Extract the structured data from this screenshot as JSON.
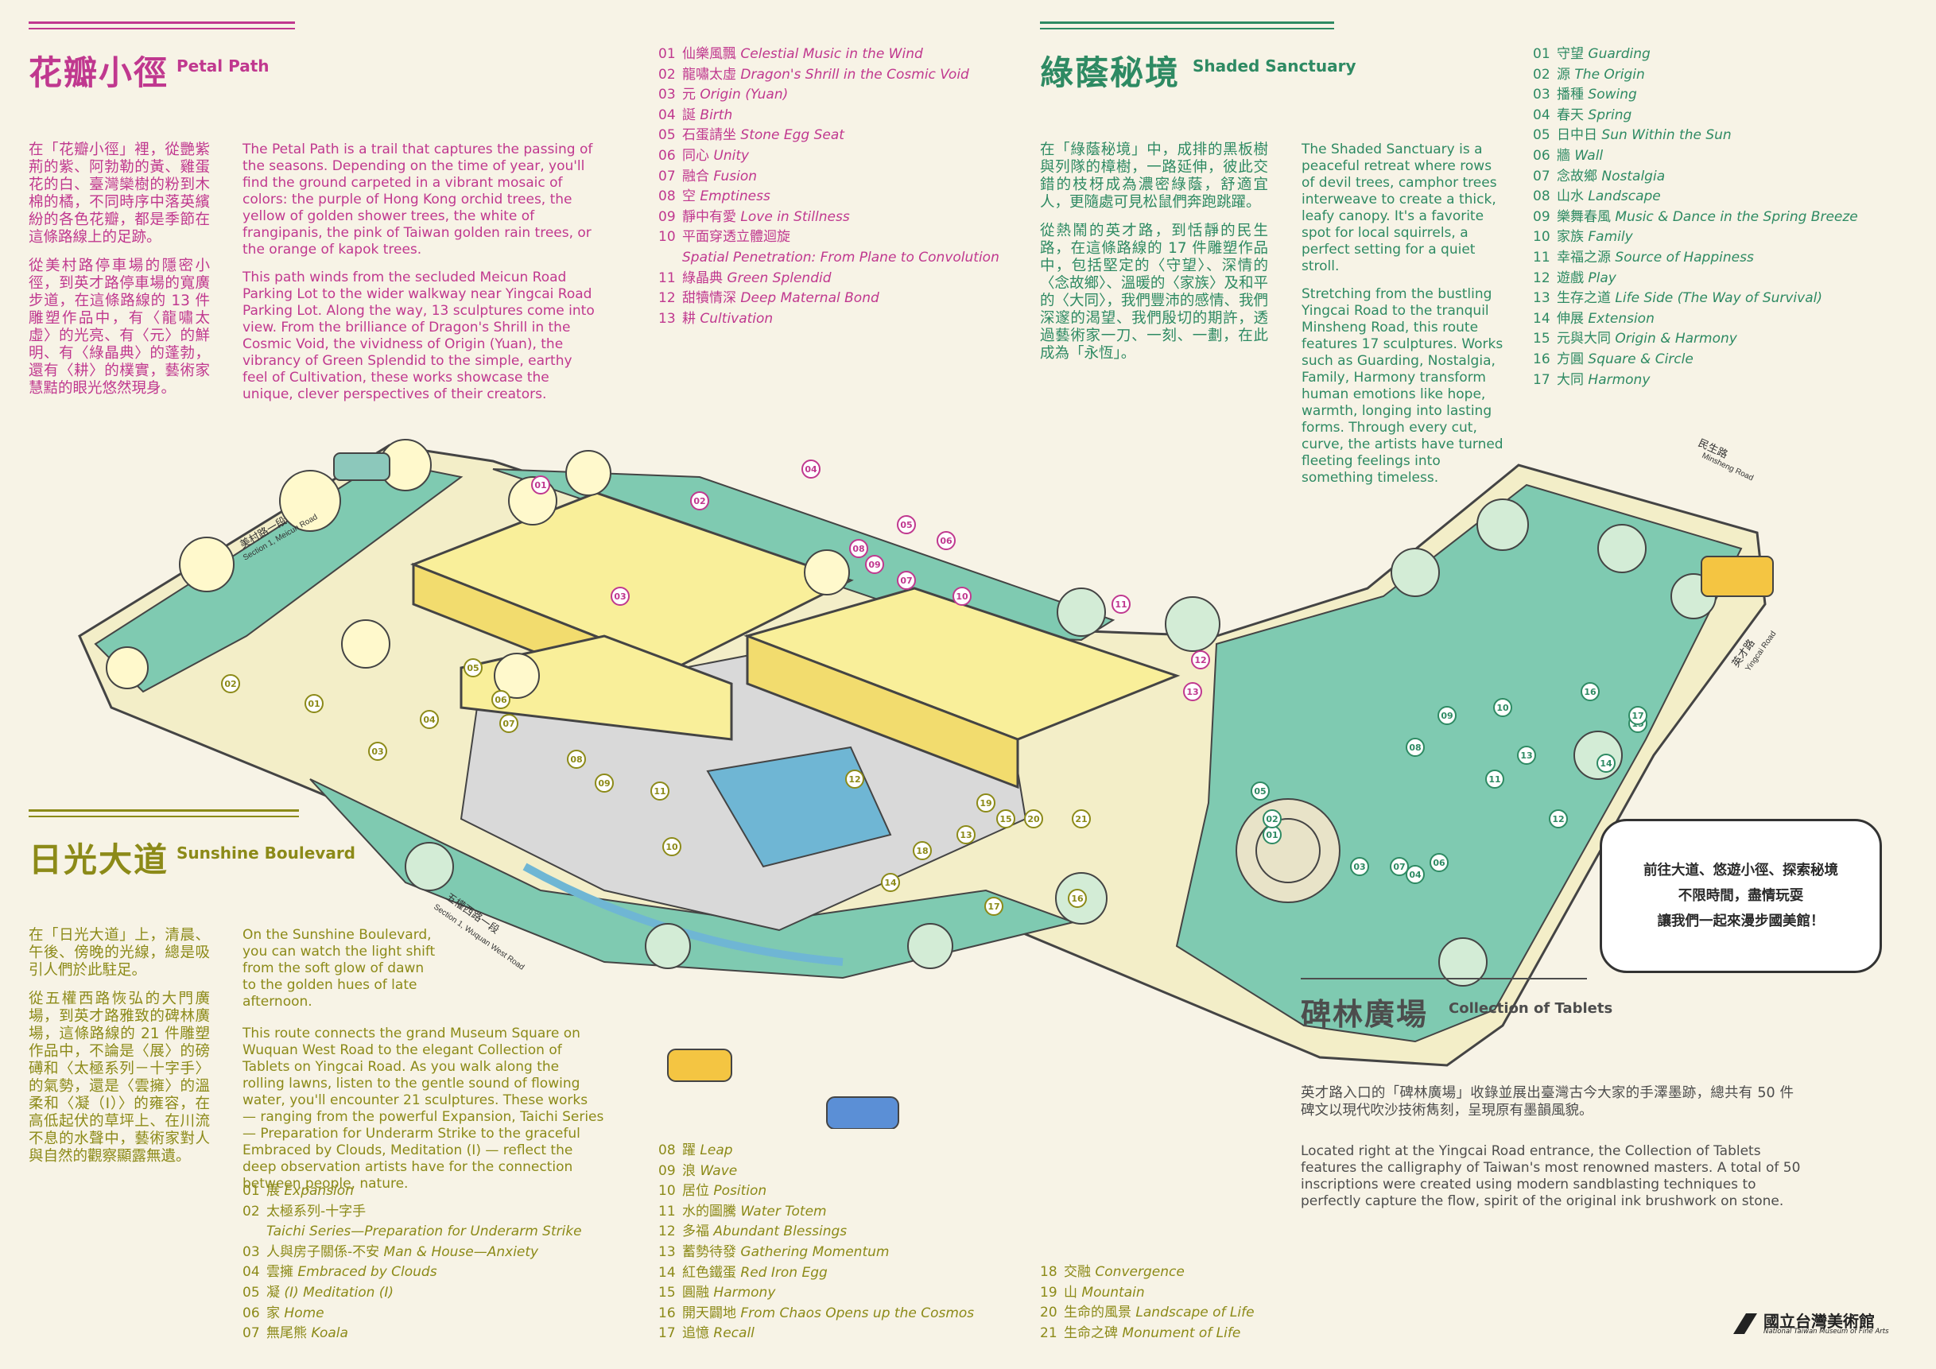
{
  "petal": {
    "zh_title": "花瓣小徑",
    "en_title": "Petal Path",
    "zh_p1": "在「花瓣小徑」裡，從艷紫荊的紫、阿勃勒的黃、雞蛋花的白、臺灣欒樹的粉到木棉的橘，不同時序中落英繽紛的各色花瓣，都是季節在這條路線上的足跡。",
    "zh_p2": "從美村路停車場的隱密小徑，到英才路停車場的寬廣步道，在這條路線的 13 件雕塑作品中，有〈龍嘯太虛〉的光亮、有〈元〉的鮮明、有〈綠晶典〉的蓬勃，還有〈耕〉的樸實，藝術家慧黠的眼光悠然現身。",
    "en_p1": "The Petal Path is a trail that captures the passing of the seasons. Depending on the time of year, you'll find the ground carpeted in a vibrant mosaic of colors: the purple of Hong Kong orchid trees, the yellow of golden shower trees, the white of frangipanis, the pink of Taiwan golden rain trees, or the orange of kapok trees.",
    "en_p2": "This path winds from the secluded Meicun Road Parking Lot to the wider walkway near Yingcai Road Parking Lot. Along the way, 13 sculptures come into view. From the brilliance of Dragon's Shrill in the Cosmic Void, the vividness of Origin (Yuan), the vibrancy of Green Splendid to the simple, earthy feel of Cultivation, these works showcase the unique, clever perspectives of their creators.",
    "items": [
      {
        "num": "01",
        "zh": "仙樂風飄",
        "en": "Celestial Music in the Wind"
      },
      {
        "num": "02",
        "zh": "龍嘯太虛",
        "en": "Dragon's Shrill in the Cosmic Void"
      },
      {
        "num": "03",
        "zh": "元",
        "en": "Origin (Yuan)"
      },
      {
        "num": "04",
        "zh": "誕",
        "en": "Birth"
      },
      {
        "num": "05",
        "zh": "石蛋請坐",
        "en": "Stone Egg Seat"
      },
      {
        "num": "06",
        "zh": "同心",
        "en": "Unity"
      },
      {
        "num": "07",
        "zh": "融合",
        "en": "Fusion"
      },
      {
        "num": "08",
        "zh": "空",
        "en": "Emptiness"
      },
      {
        "num": "09",
        "zh": "靜中有愛",
        "en": "Love in Stillness"
      },
      {
        "num": "10",
        "zh": "平面穿透立體迴旋",
        "en": "Spatial Penetration: From Plane to Convolution"
      },
      {
        "num": "11",
        "zh": "綠晶典",
        "en": "Green Splendid"
      },
      {
        "num": "12",
        "zh": "甜犢情深",
        "en": "Deep Maternal Bond"
      },
      {
        "num": "13",
        "zh": "耕",
        "en": "Cultivation"
      }
    ]
  },
  "shaded": {
    "zh_title": "綠蔭秘境",
    "en_title": "Shaded Sanctuary",
    "zh_p1": "在「綠蔭秘境」中，成排的黑板樹與列隊的樟樹，一路延伸，彼此交錯的枝枒成為濃密綠蔭，舒適宜人，更隨處可見松鼠們奔跑跳躍。",
    "zh_p2": "從熱鬧的英才路，到恬靜的民生路，在這條路線的 17 件雕塑作品中，包括堅定的〈守望〉、深情的〈念故鄉〉、溫暖的〈家族〉及和平的〈大同〉，我們豐沛的感情、我們深邃的渴望、我們殷切的期許，透過藝術家一刀、一刻、一劃，在此成為「永恆」。",
    "en_p1": "The Shaded Sanctuary is a peaceful retreat where rows of devil trees, camphor trees interweave to create a thick, leafy canopy. It's a favorite spot for local squirrels, a perfect setting for a quiet stroll.",
    "en_p2": "Stretching from the bustling Yingcai Road to the tranquil Minsheng Road, this route features 17 sculptures. Works such as Guarding, Nostalgia, Family, Harmony transform human emotions like hope, warmth, longing into lasting forms. Through every cut, curve, the artists have turned fleeting feelings into something timeless.",
    "items": [
      {
        "num": "01",
        "zh": "守望",
        "en": "Guarding"
      },
      {
        "num": "02",
        "zh": "源",
        "en": "The Origin"
      },
      {
        "num": "03",
        "zh": "播種",
        "en": "Sowing"
      },
      {
        "num": "04",
        "zh": "春天",
        "en": "Spring"
      },
      {
        "num": "05",
        "zh": "日中日",
        "en": "Sun Within the Sun"
      },
      {
        "num": "06",
        "zh": "牆",
        "en": "Wall"
      },
      {
        "num": "07",
        "zh": "念故鄉",
        "en": "Nostalgia"
      },
      {
        "num": "08",
        "zh": "山水",
        "en": "Landscape"
      },
      {
        "num": "09",
        "zh": "樂舞春風",
        "en": "Music & Dance in the Spring Breeze"
      },
      {
        "num": "10",
        "zh": "家族",
        "en": "Family"
      },
      {
        "num": "11",
        "zh": "幸福之源",
        "en": "Source of Happiness"
      },
      {
        "num": "12",
        "zh": "遊戲",
        "en": "Play"
      },
      {
        "num": "13",
        "zh": "生存之道",
        "en": "Life Side (The Way of Survival)"
      },
      {
        "num": "14",
        "zh": "伸展",
        "en": "Extension"
      },
      {
        "num": "15",
        "zh": "元與大同",
        "en": "Origin & Harmony"
      },
      {
        "num": "16",
        "zh": "方圓",
        "en": "Square & Circle"
      },
      {
        "num": "17",
        "zh": "大同",
        "en": "Harmony"
      }
    ]
  },
  "sunshine": {
    "zh_title": "日光大道",
    "en_title": "Sunshine Boulevard",
    "zh_p1": "在「日光大道」上，清晨、午後、傍晚的光線，總是吸引人們於此駐足。",
    "zh_p2": "從五權西路恢弘的大門廣場，到英才路雅致的碑林廣場，這條路線的 21 件雕塑作品中，不論是〈展〉的磅礡和〈太極系列－十字手〉的氣勢，還是〈雲擁〉的溫柔和〈凝（I）〉的雍容，在高低起伏的草坪上、在川流不息的水聲中，藝術家對人與自然的觀察顯露無遺。",
    "en_p1": "On the Sunshine Boulevard, you can watch the light shift from the soft glow of dawn to the golden hues of late afternoon.",
    "en_p2": "This route connects the grand Museum Square on Wuquan West Road to the elegant Collection of Tablets on Yingcai Road. As you walk along the rolling lawns, listen to the gentle sound of flowing water, you'll encounter 21 sculptures. These works — ranging from the powerful Expansion, Taichi Series — Preparation for Underarm Strike to the graceful Embraced by Clouds, Meditation (I) — reflect the deep observation artists have for the connection between people, nature.",
    "items_a": [
      {
        "num": "01",
        "zh": "展",
        "en": "Expansion"
      },
      {
        "num": "02",
        "zh": "太極系列-十字手",
        "en": "",
        "sub": "Taichi Series—Preparation for Underarm Strike"
      },
      {
        "num": "03",
        "zh": "人與房子關係-不安",
        "en": "Man & House—Anxiety"
      },
      {
        "num": "04",
        "zh": "雲擁",
        "en": "Embraced by Clouds"
      },
      {
        "num": "05",
        "zh": "凝",
        "en": "(I) Meditation (I)"
      },
      {
        "num": "06",
        "zh": "家",
        "en": "Home"
      },
      {
        "num": "07",
        "zh": "無尾熊",
        "en": "Koala"
      }
    ],
    "items_b": [
      {
        "num": "08",
        "zh": "躍",
        "en": "Leap"
      },
      {
        "num": "09",
        "zh": "浪",
        "en": "Wave"
      },
      {
        "num": "10",
        "zh": "居位",
        "en": "Position"
      },
      {
        "num": "11",
        "zh": "水的圖騰",
        "en": "Water Totem"
      },
      {
        "num": "12",
        "zh": "多福",
        "en": "Abundant Blessings"
      },
      {
        "num": "13",
        "zh": "蓄勢待發",
        "en": "Gathering Momentum"
      },
      {
        "num": "14",
        "zh": "紅色鐵蛋",
        "en": "Red Iron Egg"
      },
      {
        "num": "15",
        "zh": "圓融",
        "en": "Harmony"
      },
      {
        "num": "16",
        "zh": "開天闢地",
        "en": "From Chaos Opens up the Cosmos"
      },
      {
        "num": "17",
        "zh": "追憶",
        "en": "Recall"
      }
    ],
    "items_c": [
      {
        "num": "18",
        "zh": "交融",
        "en": "Convergence"
      },
      {
        "num": "19",
        "zh": "山",
        "en": "Mountain"
      },
      {
        "num": "20",
        "zh": "生命的風景",
        "en": "Landscape of Life"
      },
      {
        "num": "21",
        "zh": "生命之碑",
        "en": "Monument of Life"
      }
    ]
  },
  "tablets": {
    "zh_title": "碑林廣場",
    "en_title": "Collection of Tablets",
    "zh_p1": "英才路入口的「碑林廣場」收錄並展出臺灣古今大家的手澤墨跡，總共有 50 件碑文以現代吹沙技術雋刻，呈現原有墨韻風貌。",
    "en_p1": "Located right at the Yingcai Road entrance, the Collection of Tablets features the calligraphy of Taiwan's most renowned masters. A total of 50 inscriptions were created using modern sandblasting techniques to perfectly capture the flow, spirit of the original ink brushwork on stone."
  },
  "bubble": {
    "line1": "前往大道、悠遊小徑、探索秘境",
    "line2": "不限時間，盡情玩耍",
    "line3": "讓我們一起來漫步國美館！"
  },
  "roads": {
    "meicun_zh": "美村路一段",
    "meicun_en": "Section 1, Meicun Road",
    "wuquan_zh": "五權西路一段",
    "wuquan_en": "Section 1, Wuquan West Road",
    "minsheng_zh": "民生路",
    "minsheng_en": "Minsheng Road",
    "yingcai_zh": "英才路",
    "yingcai_en": "Yingcai Road"
  },
  "logo": {
    "zh": "國立台灣美術館",
    "en": "National Taiwan Museum of Fine Arts"
  },
  "colors": {
    "pink": "#c0388f",
    "green": "#2e8a63",
    "olive": "#8c8a18",
    "path": "#7fcab1",
    "building": "#f9ef9a",
    "tree": "#fff9cc"
  },
  "map_markers": {
    "pink": [
      "01",
      "02",
      "03",
      "04",
      "05",
      "06",
      "07",
      "08",
      "09",
      "10",
      "11",
      "12",
      "13"
    ],
    "green": [
      "01",
      "02",
      "03",
      "04",
      "05",
      "06",
      "07",
      "08",
      "09",
      "10",
      "11",
      "12",
      "13",
      "14",
      "15",
      "16",
      "17"
    ],
    "olive": [
      "01",
      "02",
      "03",
      "04",
      "05",
      "06",
      "07",
      "08",
      "09",
      "10",
      "11",
      "12",
      "13",
      "14",
      "15",
      "16",
      "17",
      "18",
      "19",
      "20",
      "21"
    ]
  }
}
